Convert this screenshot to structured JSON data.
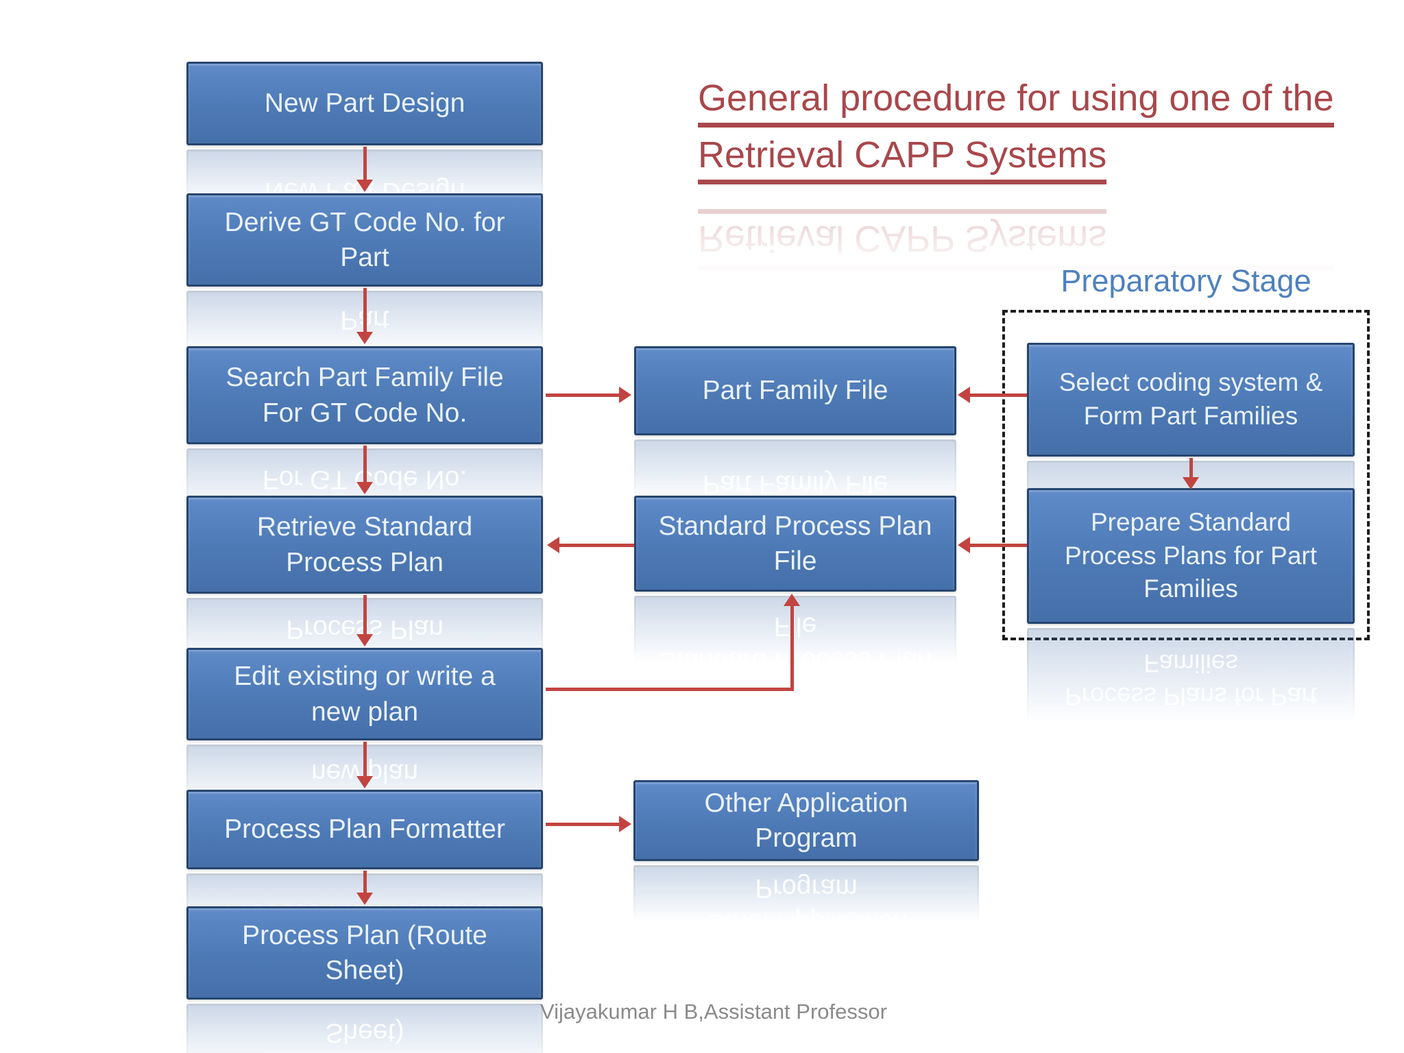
{
  "slide": {
    "title": {
      "line1": "General procedure for using one of the",
      "line2": "Retrieval CAPP Systems"
    },
    "preparatory_stage_label": "Preparatory Stage",
    "footer": "Vijayakumar H B,Assistant Professor"
  },
  "boxes": {
    "new_part_design": [
      "New Part Design"
    ],
    "derive_gt_code": [
      "Derive GT Code No. for",
      "Part"
    ],
    "search_part_family": [
      "Search Part Family File",
      "For GT Code No."
    ],
    "retrieve_standard": [
      "Retrieve Standard",
      "Process Plan"
    ],
    "edit_existing": [
      "Edit existing or write a",
      "new plan"
    ],
    "process_plan_formatter": [
      "Process Plan Formatter"
    ],
    "process_plan_route": [
      "Process Plan (Route",
      "Sheet)"
    ],
    "part_family_file": [
      "Part Family File"
    ],
    "standard_process_plan_file": [
      "Standard Process Plan",
      "File"
    ],
    "other_application_program": [
      "Other Application",
      "Program"
    ],
    "select_coding_system": [
      "Select coding system &",
      "Form Part Families"
    ],
    "prepare_standard_plans": [
      "Prepare Standard",
      "Process Plans for Part",
      "Families"
    ]
  },
  "colors": {
    "accent_red": "#c24440",
    "title_red": "#a8474b",
    "box_fill_top": "#5e8ac8",
    "box_fill_mid": "#4d79b5",
    "box_fill_bottom": "#456fa9",
    "box_border": "#25456f",
    "box_text": "#eaf2fc",
    "label_blue": "#4f81bd",
    "footer_gray": "#8a8a8a",
    "dashed_border": "#1c1c1c"
  }
}
